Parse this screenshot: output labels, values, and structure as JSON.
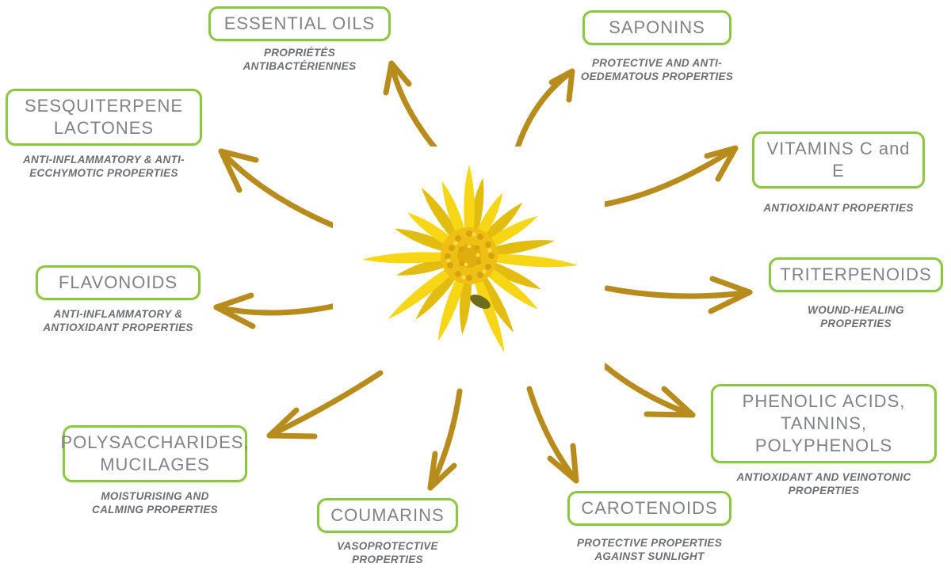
{
  "diagram": {
    "subject": "arnica-flower-compounds",
    "nodes": [
      {
        "id": "essential-oils",
        "label": "ESSENTIAL OILS",
        "description": "PROPRIÉTÉS ANTIBACTÉRIENNES"
      },
      {
        "id": "saponins",
        "label": "SAPONINS",
        "description": "PROTECTIVE AND ANTI-OEDEMATOUS PROPERTIES"
      },
      {
        "id": "sesquiterpene-lactones",
        "label": "SESQUITERPENE LACTONES",
        "description": "ANTI-INFLAMMATORY & ANTI-ECCHYMOTIC PROPERTIES"
      },
      {
        "id": "vitamins-c-and-e",
        "label": "VITAMINS C and E",
        "description": "ANTIOXIDANT PROPERTIES"
      },
      {
        "id": "flavonoids",
        "label": "FLAVONOIDS",
        "description": "ANTI-INFLAMMATORY & ANTIOXIDANT PROPERTIES"
      },
      {
        "id": "triterpenoids",
        "label": "TRITERPENOIDS",
        "description": "WOUND-HEALING PROPERTIES"
      },
      {
        "id": "polysaccharides-mucilages",
        "label": "POLYSACCHARIDES, MUCILAGES",
        "description": "MOISTURISING AND CALMING PROPERTIES"
      },
      {
        "id": "phenolic-acids",
        "label": "PHENOLIC ACIDS, TANNINS, POLYPHENOLS",
        "description": "ANTIOXIDANT AND VEINOTONIC PROPERTIES"
      },
      {
        "id": "coumarins",
        "label": "COUMARINS",
        "description": "VASOPROTECTIVE PROPERTIES"
      },
      {
        "id": "carotenoids",
        "label": "CAROTENOIDS",
        "description": "PROTECTIVE PROPERTIES AGAINST SUNLIGHT"
      }
    ],
    "center_image": "arnica-flower",
    "colors": {
      "box_border": "#8dc63f",
      "box_text": "#808285",
      "desc_text": "#6d6e71",
      "arrow": "#b78c1d",
      "flower_petal": "#f7d616",
      "flower_disc": "#efc013"
    }
  }
}
